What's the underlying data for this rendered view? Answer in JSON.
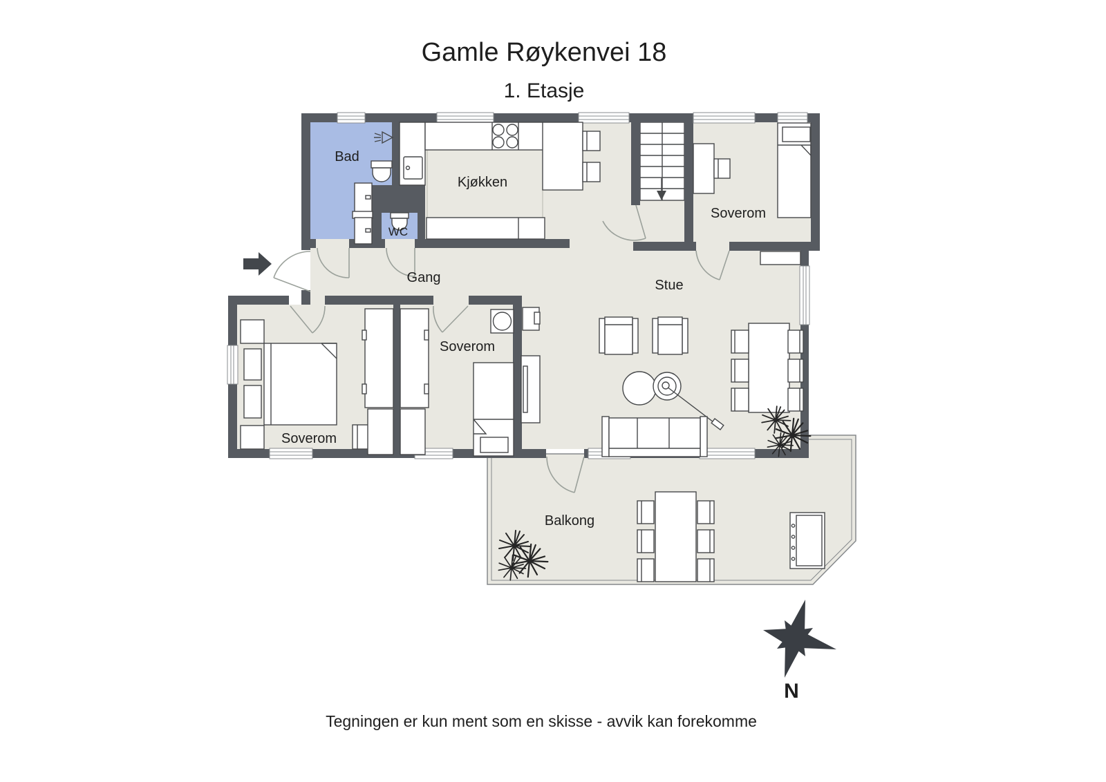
{
  "page": {
    "title": "Gamle Røykenvei 18",
    "subtitle": "1. Etasje",
    "disclaimer": "Tegningen er kun ment som en skisse - avvik kan forekomme"
  },
  "compass": {
    "north_label": "N"
  },
  "rooms": [
    {
      "id": "bad",
      "label": "Bad",
      "type": "wet-room"
    },
    {
      "id": "wc",
      "label": "WC",
      "type": "wet-room"
    },
    {
      "id": "kjokken",
      "label": "Kjøkken",
      "type": "kitchen"
    },
    {
      "id": "soverom-ne",
      "label": "Soverom",
      "type": "bedroom"
    },
    {
      "id": "gang",
      "label": "Gang",
      "type": "hallway"
    },
    {
      "id": "stue",
      "label": "Stue",
      "type": "living-room"
    },
    {
      "id": "soverom-sw",
      "label": "Soverom",
      "type": "bedroom"
    },
    {
      "id": "soverom-s",
      "label": "Soverom",
      "type": "bedroom"
    },
    {
      "id": "balkong",
      "label": "Balkong",
      "type": "balcony"
    }
  ],
  "colors": {
    "wall": "#575b61",
    "floor": "#e9e8e1",
    "wet_room": "#a9bce4",
    "furniture_stroke": "#46484a",
    "door_arc": "#9ba19b",
    "compass": "#3a3e44",
    "text": "#1e1e1e"
  }
}
